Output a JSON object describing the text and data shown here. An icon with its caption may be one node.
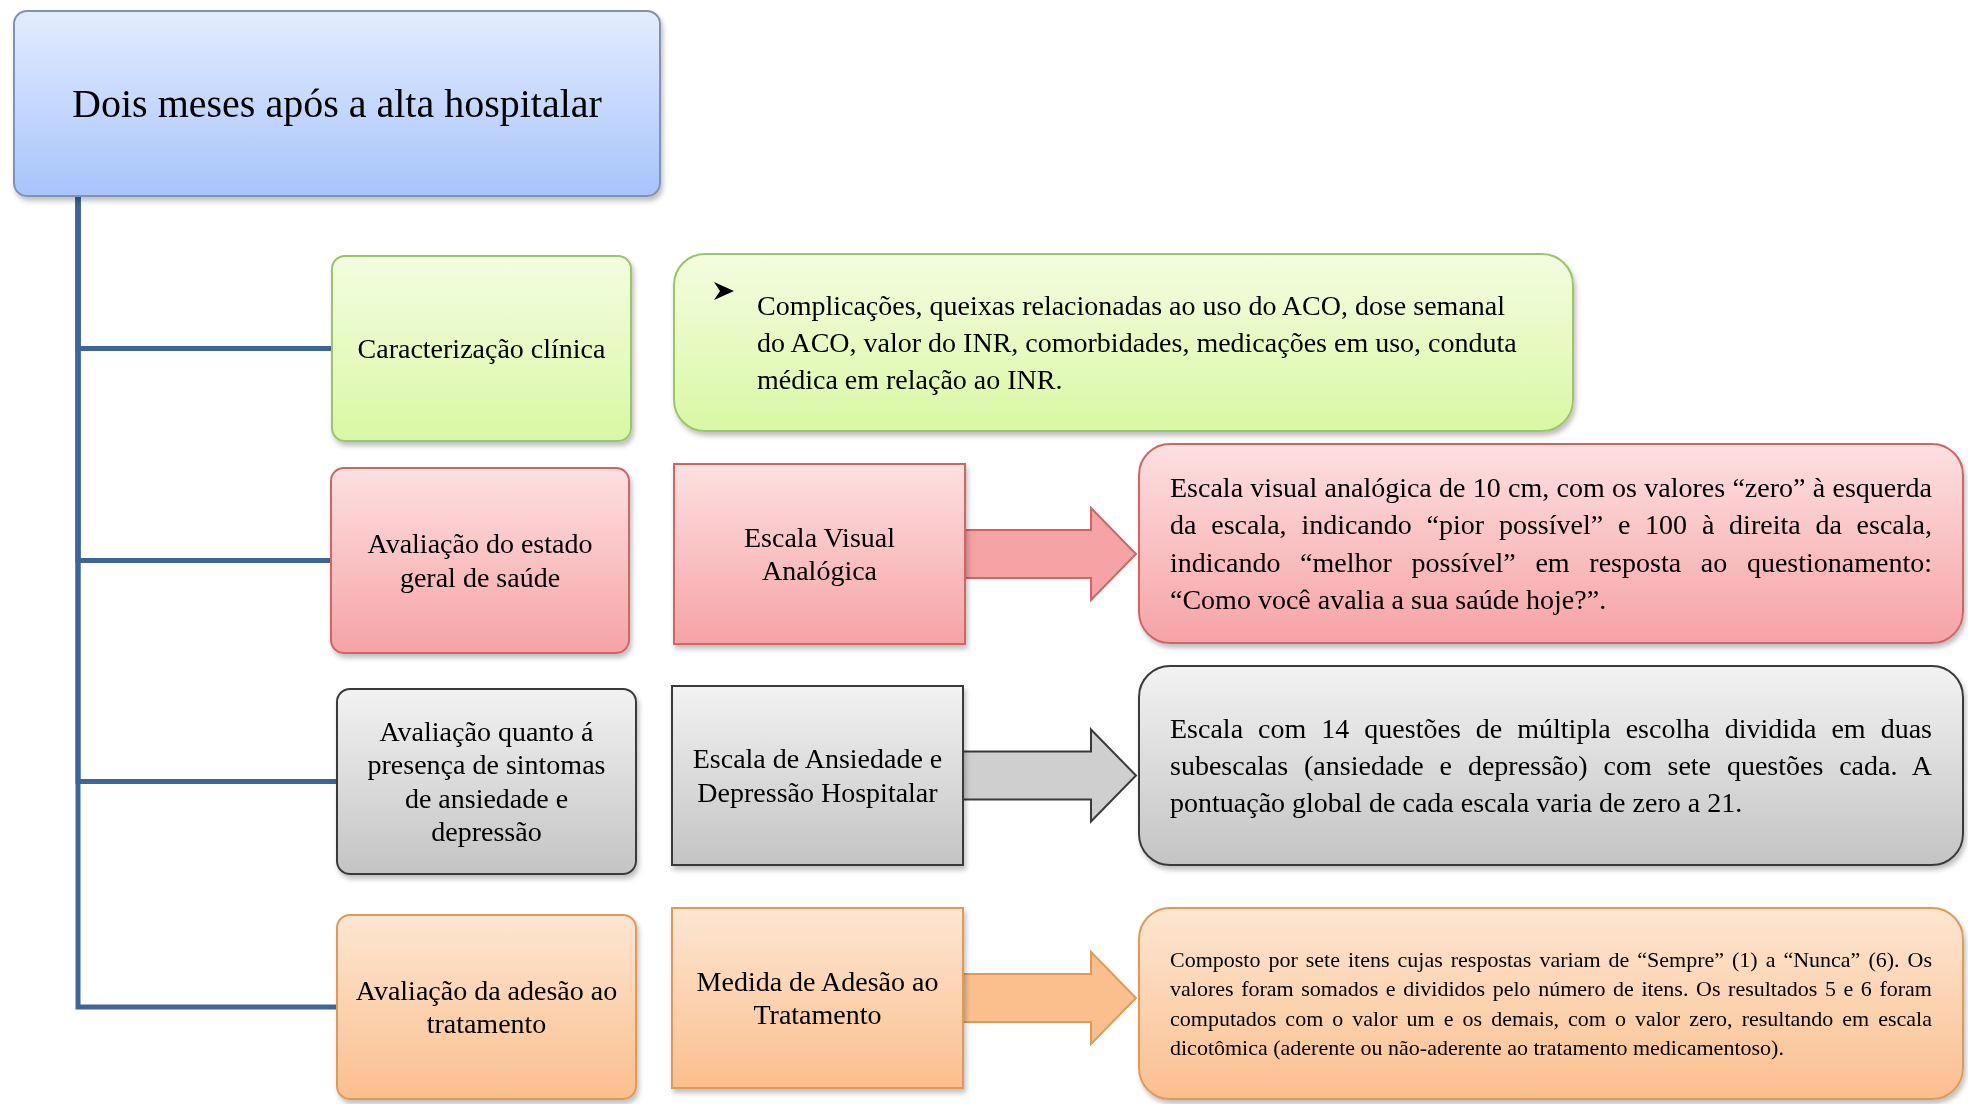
{
  "diagram": {
    "nodes": [
      {
        "text": [
          "Dois meses após a alta hospitalar"
        ]
      },
      {
        "text": [
          "Caracterização clínica"
        ]
      },
      {
        "text": [
          "Complicações, queixas relacionadas ao uso do ACO, dose semanal do ACO, valor do INR, comorbidades, medicações em uso, conduta médica em relação ao INR."
        ]
      },
      {
        "text": [
          "Avaliação do estado geral de saúde"
        ]
      },
      {
        "text": [
          "Escala Visual Analógica"
        ]
      },
      {
        "text": [
          "Escala visual analógica de 10 cm, com os valores “zero” à esquerda da escala, indicando “pior possível” e 100 à direita da escala, indicando “melhor possível” em resposta ao questionamento: “Como você avalia a sua saúde hoje?”."
        ]
      },
      {
        "text": [
          "Avaliação quanto á presença de sintomas de ansiedade e depressão"
        ]
      },
      {
        "text": [
          "Escala de Ansiedade e Depressão Hospitalar"
        ]
      },
      {
        "text": [
          "Escala com 14 questões de múltipla escolha dividida em duas subescalas (ansiedade e depressão) com sete questões cada. A pontuação global de cada escala varia de zero a 21."
        ]
      },
      {
        "text": [
          "Avaliação da adesão ao tratamento"
        ]
      },
      {
        "text": [
          "Medida de Adesão ao Tratamento"
        ]
      },
      {
        "text": [
          "Composto por sete itens cujas respostas variam de “Sempre” (1) a “Nunca” (6). Os valores foram somados e divididos pelo número de itens. Os resultados 5 e 6 foram computados com o valor um e os demais, com o valor zero, resultando em escala dicotômica (aderente ou não-aderente ao tratamento medicamentoso)."
        ]
      }
    ],
    "edges": [
      {
        "from": 0,
        "to": 1,
        "arrow": "none"
      },
      {
        "from": 0,
        "to": 3,
        "arrow": "none"
      },
      {
        "from": 0,
        "to": 6,
        "arrow": "none"
      },
      {
        "from": 0,
        "to": 9,
        "arrow": "none"
      },
      {
        "from": 4,
        "to": 5,
        "arrow": "to",
        "style": "thick",
        "color": "#f6a3a6"
      },
      {
        "from": 7,
        "to": 8,
        "arrow": "to",
        "style": "thick",
        "color": "#cfcfcf"
      },
      {
        "from": 10,
        "to": 11,
        "arrow": "to",
        "style": "thick",
        "color": "#fbbf8e"
      }
    ]
  }
}
